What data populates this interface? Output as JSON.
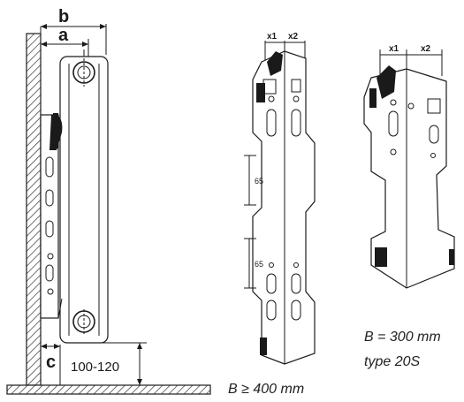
{
  "side_view": {
    "label_b": "b",
    "label_a": "a",
    "label_c": "c",
    "floor_clearance": "100-120"
  },
  "bracket_large": {
    "label_x1": "x1",
    "label_x2": "x2",
    "dim_top": "65",
    "dim_bottom": "65",
    "caption": "B ≥ 400 mm"
  },
  "bracket_small": {
    "label_x1": "x1",
    "label_x2": "x2",
    "caption_line1": "B = 300 mm",
    "caption_line2": "type 20S"
  }
}
